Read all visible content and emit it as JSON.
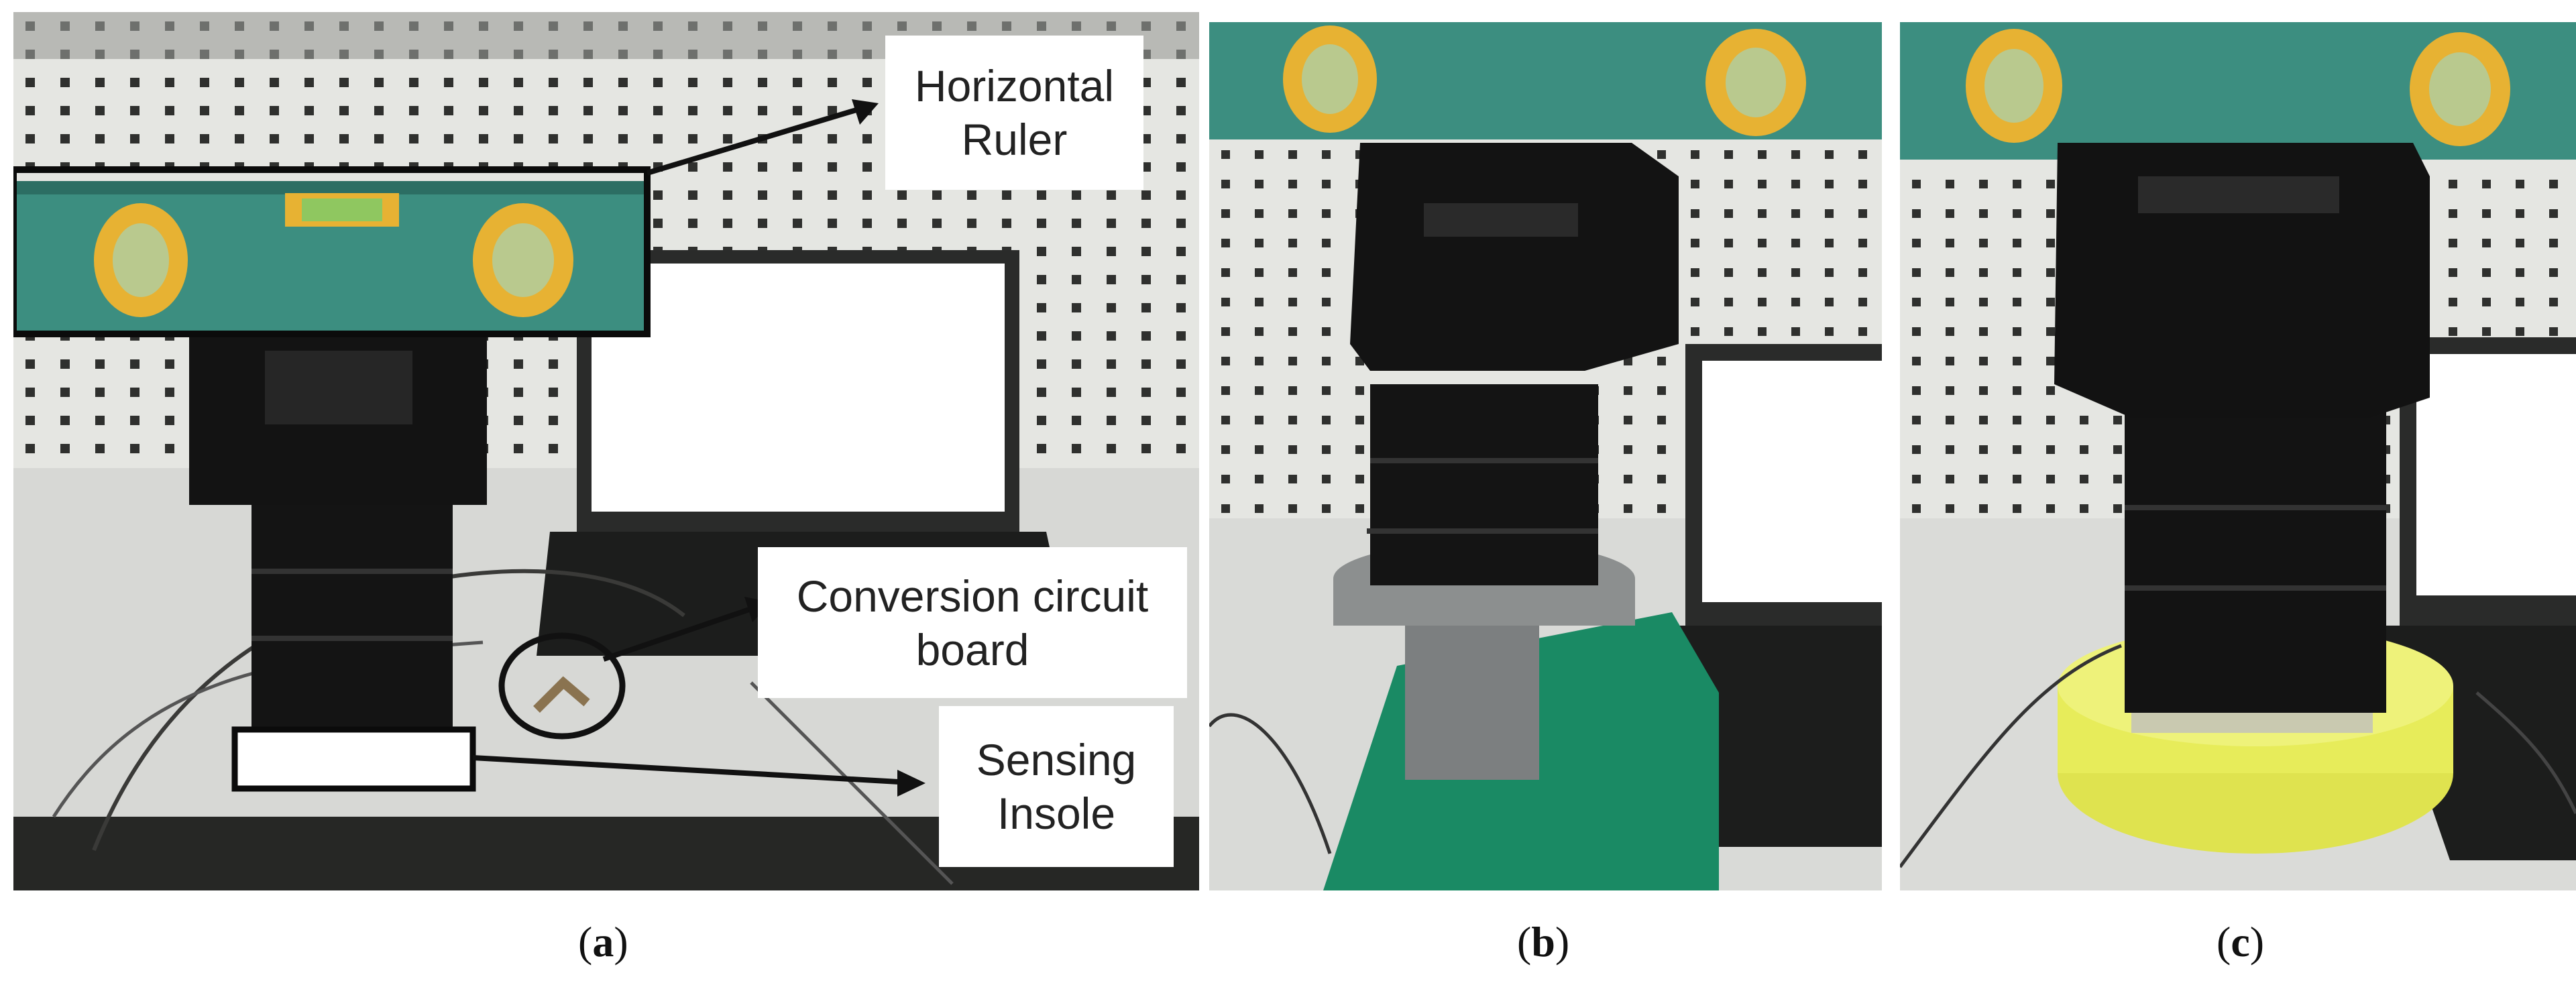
{
  "figure": {
    "panels": [
      {
        "id": "a",
        "caption_open": "(",
        "caption_letter": "a",
        "caption_close": ")"
      },
      {
        "id": "b",
        "caption_open": "(",
        "caption_letter": "b",
        "caption_close": ")"
      },
      {
        "id": "c",
        "caption_open": "(",
        "caption_letter": "c",
        "caption_close": ")"
      }
    ],
    "callouts": {
      "horizontal_ruler": "Horizontal Ruler",
      "conversion_board": "Conversion circuit board",
      "sensing_insole": "Sensing Insole"
    },
    "colors": {
      "pegboard": "#e6e6e3",
      "level_body": "#3c8e80",
      "level_vial": "#e7b233",
      "prototype": "#121212",
      "grey_base": "#8c8f8f",
      "green_block": "#1a8a64",
      "yellow_base": "#e7ec5a",
      "laptop_screen": "#ffffff"
    }
  }
}
